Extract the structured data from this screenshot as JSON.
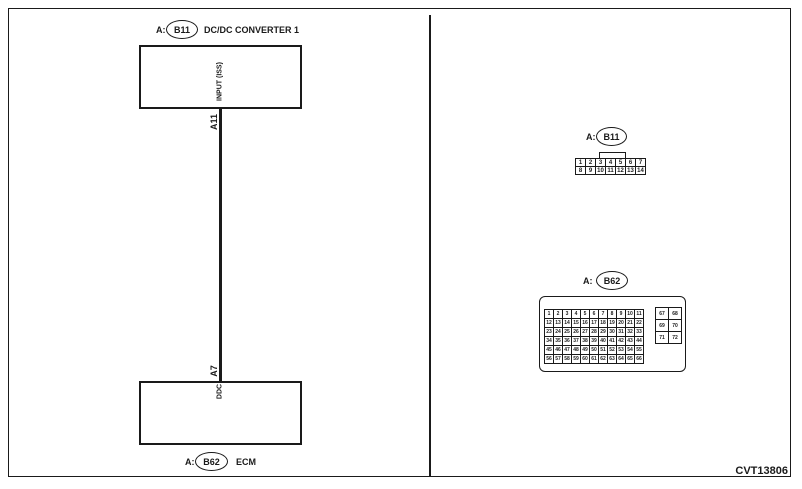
{
  "top_component": {
    "prefix": "A:",
    "connector": "B11",
    "name": "DC/DC CONVERTER 1",
    "pin_name": "INPUT (ISS)"
  },
  "bottom_component": {
    "prefix": "A:",
    "connector": "B62",
    "name": "ECM",
    "pin_name": "DDC"
  },
  "wire": {
    "top_pin": "A11",
    "bottom_pin": "A7"
  },
  "connector_b11": {
    "prefix": "A:",
    "name": "B11",
    "rows": [
      [
        "1",
        "2",
        "3",
        "4",
        "5",
        "6",
        "7"
      ],
      [
        "8",
        "9",
        "10",
        "11",
        "12",
        "13",
        "14"
      ]
    ]
  },
  "connector_b62": {
    "prefix": "A:",
    "name": "B62",
    "rows": [
      [
        "1",
        "2",
        "3",
        "4",
        "5",
        "6",
        "7",
        "8",
        "9",
        "10",
        "11"
      ],
      [
        "12",
        "13",
        "14",
        "15",
        "16",
        "17",
        "18",
        "19",
        "20",
        "21",
        "22"
      ],
      [
        "23",
        "24",
        "25",
        "26",
        "27",
        "28",
        "29",
        "30",
        "31",
        "32",
        "33"
      ],
      [
        "34",
        "35",
        "36",
        "37",
        "38",
        "39",
        "40",
        "41",
        "42",
        "43",
        "44"
      ],
      [
        "45",
        "46",
        "47",
        "48",
        "49",
        "50",
        "51",
        "52",
        "53",
        "54",
        "55"
      ],
      [
        "56",
        "57",
        "58",
        "59",
        "60",
        "61",
        "62",
        "63",
        "64",
        "65",
        "66"
      ]
    ],
    "side_rows": [
      [
        "67",
        "68"
      ],
      [
        "69",
        "70"
      ],
      [
        "71",
        "72"
      ]
    ]
  },
  "figure_code": "CVT13806"
}
